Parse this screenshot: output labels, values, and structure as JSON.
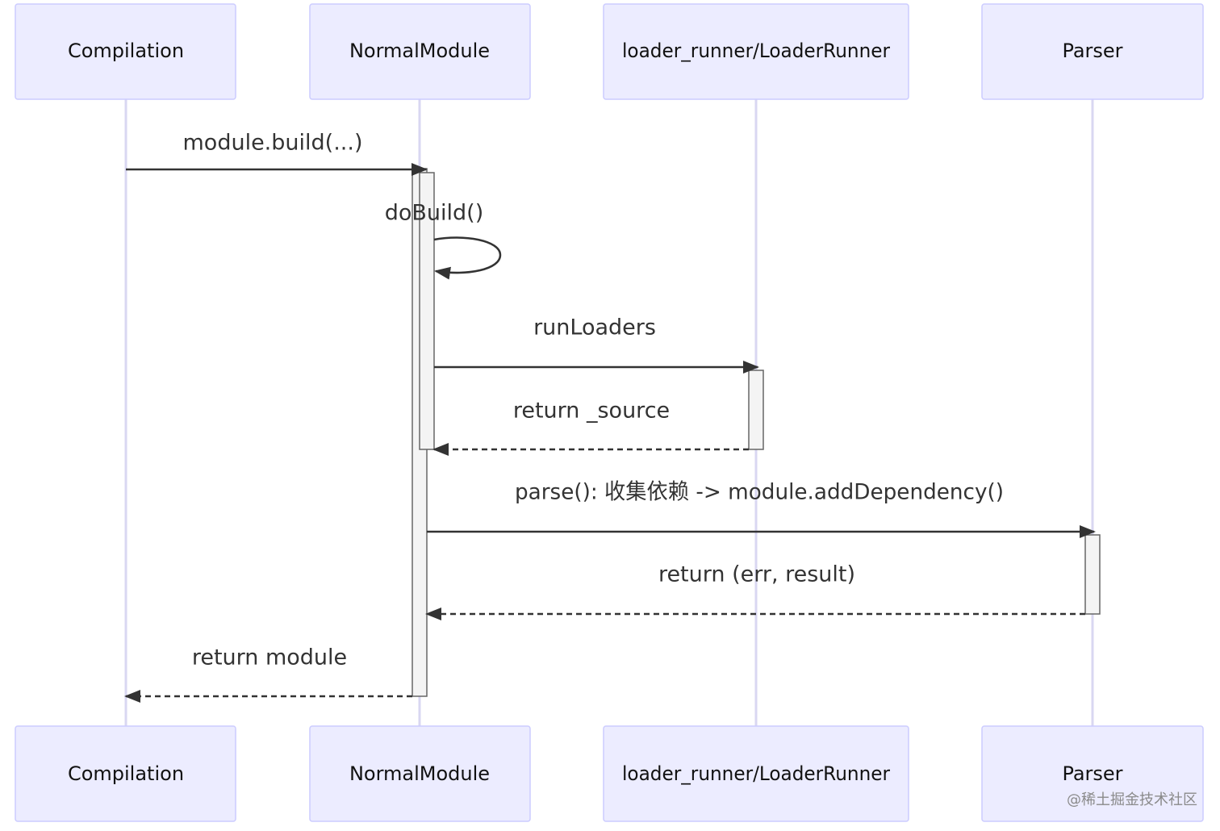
{
  "participants": [
    {
      "id": "compilation",
      "label": "Compilation"
    },
    {
      "id": "normalmodule",
      "label": "NormalModule"
    },
    {
      "id": "loaderrunner",
      "label": "loader_runner/LoaderRunner"
    },
    {
      "id": "parser",
      "label": "Parser"
    }
  ],
  "messages": [
    {
      "id": "m1",
      "label": "module.build(...)",
      "from": "compilation",
      "to": "normalmodule",
      "style": "solid"
    },
    {
      "id": "m2",
      "label": "doBuild()",
      "from": "normalmodule",
      "to": "normalmodule",
      "style": "self"
    },
    {
      "id": "m3",
      "label": "runLoaders",
      "from": "normalmodule",
      "to": "loaderrunner",
      "style": "solid"
    },
    {
      "id": "m4",
      "label": "return _source",
      "from": "loaderrunner",
      "to": "normalmodule",
      "style": "dashed"
    },
    {
      "id": "m5",
      "label": "parse(): 收集依赖 -> module.addDependency()",
      "from": "normalmodule",
      "to": "parser",
      "style": "solid"
    },
    {
      "id": "m6",
      "label": "return (err, result)",
      "from": "parser",
      "to": "normalmodule",
      "style": "dashed"
    },
    {
      "id": "m7",
      "label": "return module",
      "from": "normalmodule",
      "to": "compilation",
      "style": "dashed"
    }
  ],
  "watermark": "@稀土掘金技术社区",
  "colors": {
    "actor_fill": "#ECECFF",
    "actor_stroke": "#CCCCFF",
    "lifeline": "#D9D7F2",
    "line": "#333333",
    "activation_fill": "#F4F4F4"
  }
}
